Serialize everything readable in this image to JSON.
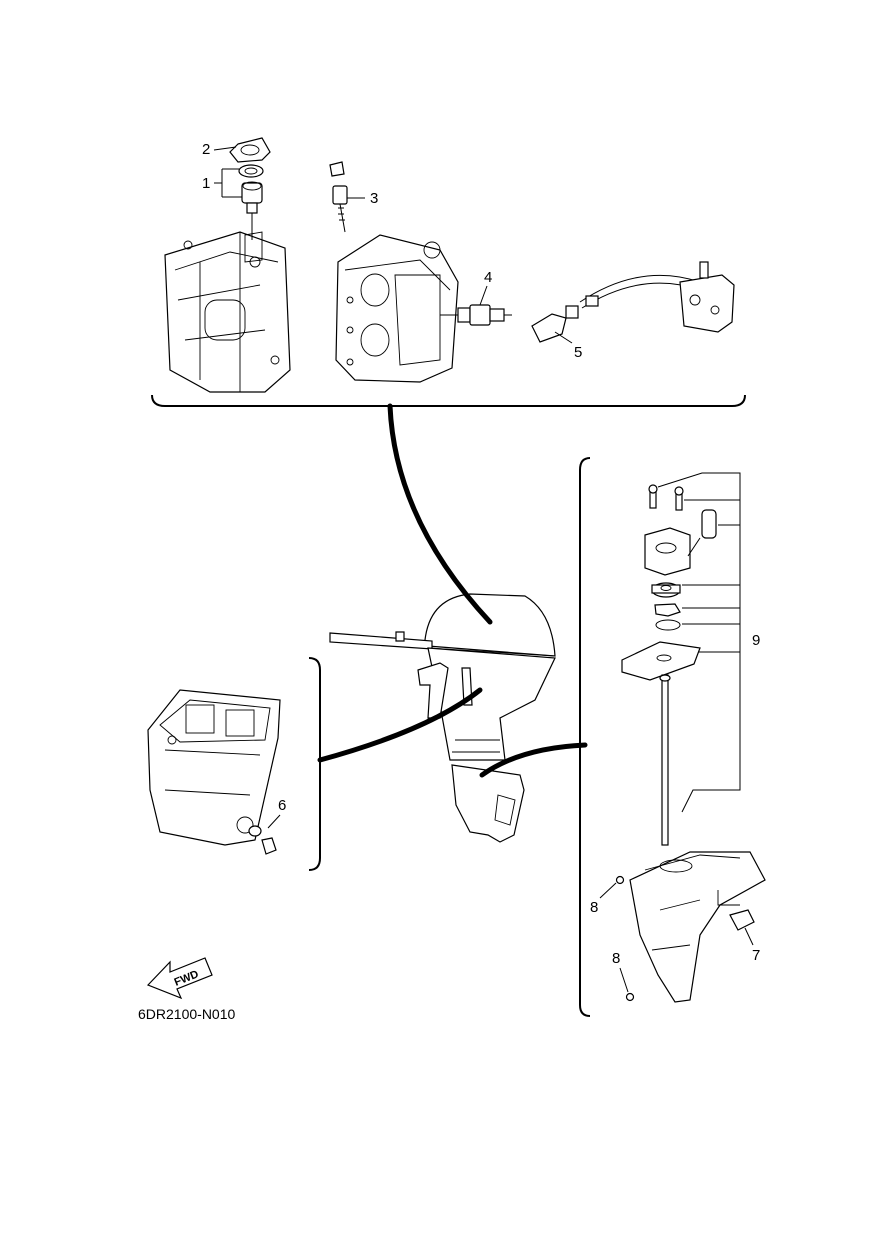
{
  "diagram": {
    "code": "6DR2100-N010",
    "fwd_label": "FWD",
    "callouts": [
      {
        "id": "1",
        "label": "1"
      },
      {
        "id": "2",
        "label": "2"
      },
      {
        "id": "3",
        "label": "3"
      },
      {
        "id": "4",
        "label": "4"
      },
      {
        "id": "5",
        "label": "5"
      },
      {
        "id": "6",
        "label": "6"
      },
      {
        "id": "7",
        "label": "7"
      },
      {
        "id": "8a",
        "label": "8"
      },
      {
        "id": "8b",
        "label": "8"
      },
      {
        "id": "9",
        "label": "9"
      }
    ]
  }
}
